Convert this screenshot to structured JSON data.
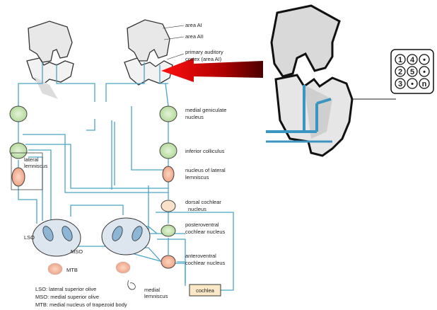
{
  "labels": {
    "area_ai": "area AI",
    "area_aii": "area AII",
    "primary_cortex_1": "primary auditory",
    "primary_cortex_2": "cortex (area AI)",
    "mgn_1": "medial geniculate",
    "mgn_2": "nucleus",
    "ic": "inferior colliculus",
    "nll_1": "nucleus of lateral",
    "nll_2": "lemniscus",
    "ll_1": "lateral",
    "ll_2": "lemniscus",
    "dcn_1": "dorsal cochlear",
    "dcn_2": "nucleus",
    "pvcn_1": "posteroventral",
    "pvcn_2": "cochlear nucleus",
    "avcn_1": "anteroventral",
    "avcn_2": "cochlear nucleus",
    "lso": "LSO",
    "mso": "MSO",
    "mtb": "MTB",
    "ml_1": "medial",
    "ml_2": "lemniscus",
    "cochlea": "cochlea"
  },
  "legend": [
    "LSO:  lateral superior olive",
    "MSO:  medial superior olive",
    "MTB:  medial nucleus of trapezoid body"
  ],
  "keypad": [
    "1",
    "4",
    "•",
    "2",
    "5",
    "•",
    "3",
    "•",
    "n"
  ],
  "colors": {
    "pathway": "#4aa3c8",
    "nucleus_green": "#c9e6b8",
    "nucleus_orange": "#f4b49a",
    "arrow": "#b00000"
  }
}
